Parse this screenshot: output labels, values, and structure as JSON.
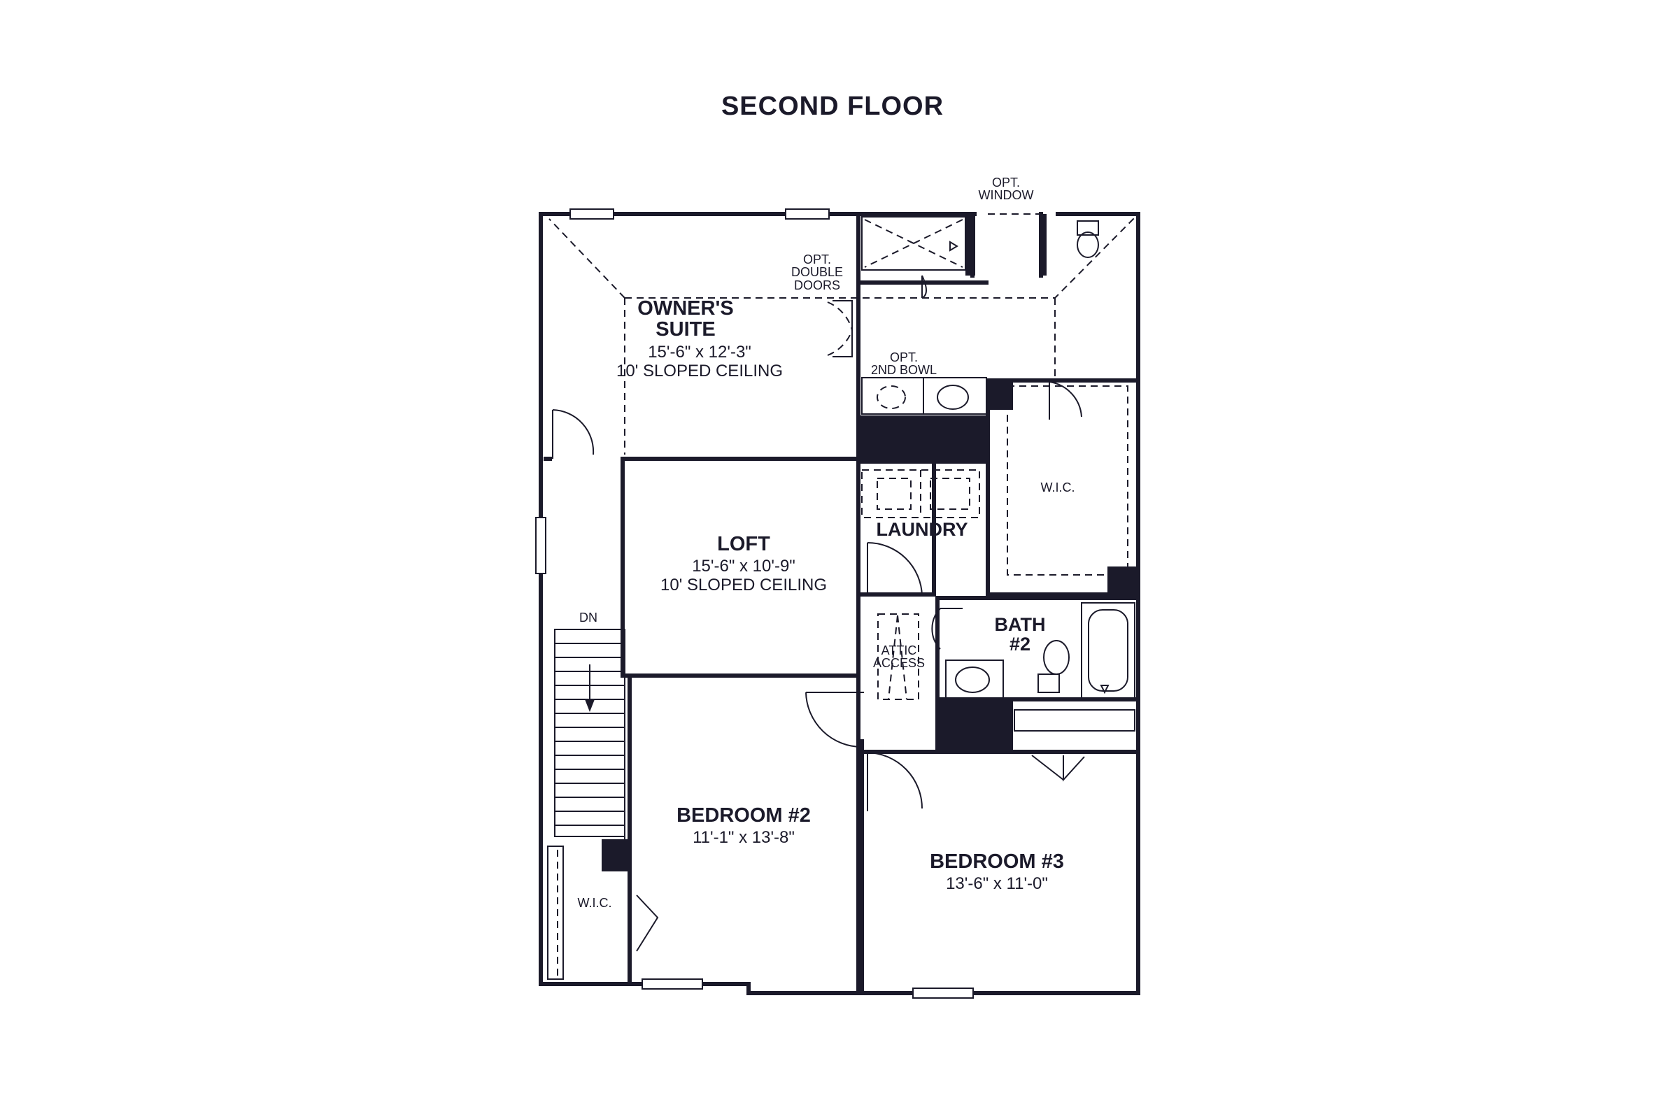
{
  "title": "SECOND FLOOR",
  "rooms": {
    "owners_suite": {
      "name": "OWNER'S\nSUITE",
      "dims": "15'-6\" x 12'-3\"",
      "ceiling": "10' SLOPED CEILING"
    },
    "loft": {
      "name": "LOFT",
      "dims": "15'-6\" x 10'-9\"",
      "ceiling": "10' SLOPED CEILING"
    },
    "laundry": {
      "name": "LAUNDRY"
    },
    "wic_owner": {
      "name": "W.I.C."
    },
    "bath2": {
      "name": "BATH\n#2"
    },
    "bedroom2": {
      "name": "BEDROOM #2",
      "dims": "11'-1\" x 13'-8\""
    },
    "bedroom3": {
      "name": "BEDROOM #3",
      "dims": "13'-6\" x 11'-0\""
    },
    "wic_bed2": {
      "name": "W.I.C."
    }
  },
  "notes": {
    "opt_window": "OPT.\nWINDOW",
    "opt_double_doors": "OPT.\nDOUBLE\nDOORS",
    "opt_2nd_bowl": "OPT.\n2ND BOWL",
    "attic_access": "ATTIC\nACCESS",
    "stairs_dn": "DN"
  }
}
